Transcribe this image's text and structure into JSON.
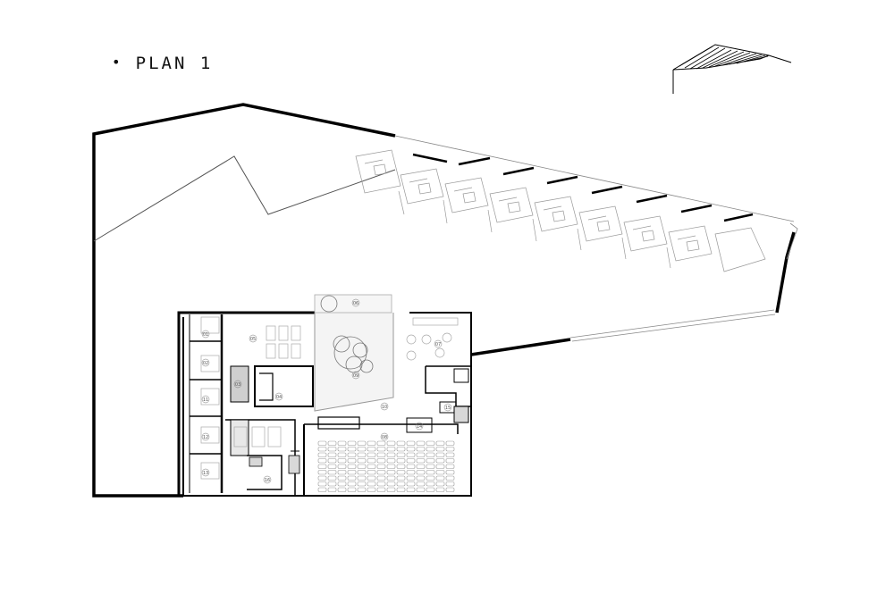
{
  "title": {
    "bullet": "•",
    "text": "PLAN 1"
  },
  "room_labels": [
    "01",
    "02",
    "03",
    "04",
    "05",
    "06",
    "07",
    "08",
    "09",
    "10",
    "11",
    "12",
    "13",
    "14",
    "15",
    "16"
  ],
  "colors": {
    "wall": "#000000",
    "thin_line": "#555555",
    "furniture": "#999999"
  }
}
